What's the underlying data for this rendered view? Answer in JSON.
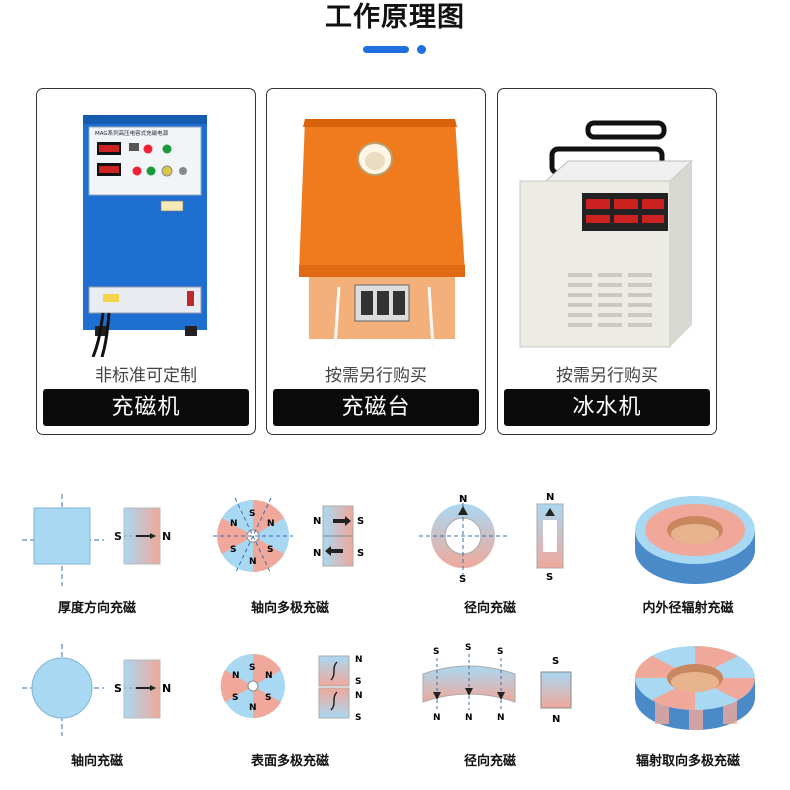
{
  "title": "工作原理图",
  "colors": {
    "accent": "#1f6fe0",
    "label_bg": "#0b0b0b",
    "blue_fill": "#a9d8f2",
    "red_fill": "#f0a89a"
  },
  "cards": [
    {
      "note": "非标准可定制",
      "label": "充磁机",
      "screen_text": "MAG系列高压电容式充磁电源"
    },
    {
      "note": "按需另行购买",
      "label": "充磁台"
    },
    {
      "note": "按需另行购买",
      "label": "冰水机"
    }
  ],
  "diagrams": [
    {
      "caption": "厚度方向充磁",
      "poles": [
        "S",
        "N"
      ]
    },
    {
      "caption": "轴向多极充磁",
      "poles": [
        "S",
        "N",
        "S",
        "N",
        "S",
        "N",
        "N",
        "S",
        "S",
        "N"
      ]
    },
    {
      "caption": "径向充磁",
      "poles": [
        "N",
        "S",
        "N",
        "S"
      ]
    },
    {
      "caption": "内外径辐射充磁",
      "poles": []
    },
    {
      "caption": "轴向充磁",
      "poles": [
        "S",
        "N"
      ]
    },
    {
      "caption": "表面多极充磁",
      "poles": [
        "S",
        "N",
        "S",
        "N",
        "S",
        "N",
        "N",
        "S",
        "N",
        "S"
      ]
    },
    {
      "caption": "径向充磁",
      "poles": [
        "S",
        "S",
        "S",
        "N",
        "N",
        "N",
        "S",
        "N"
      ]
    },
    {
      "caption": "辐射取向多极充磁",
      "poles": []
    }
  ]
}
